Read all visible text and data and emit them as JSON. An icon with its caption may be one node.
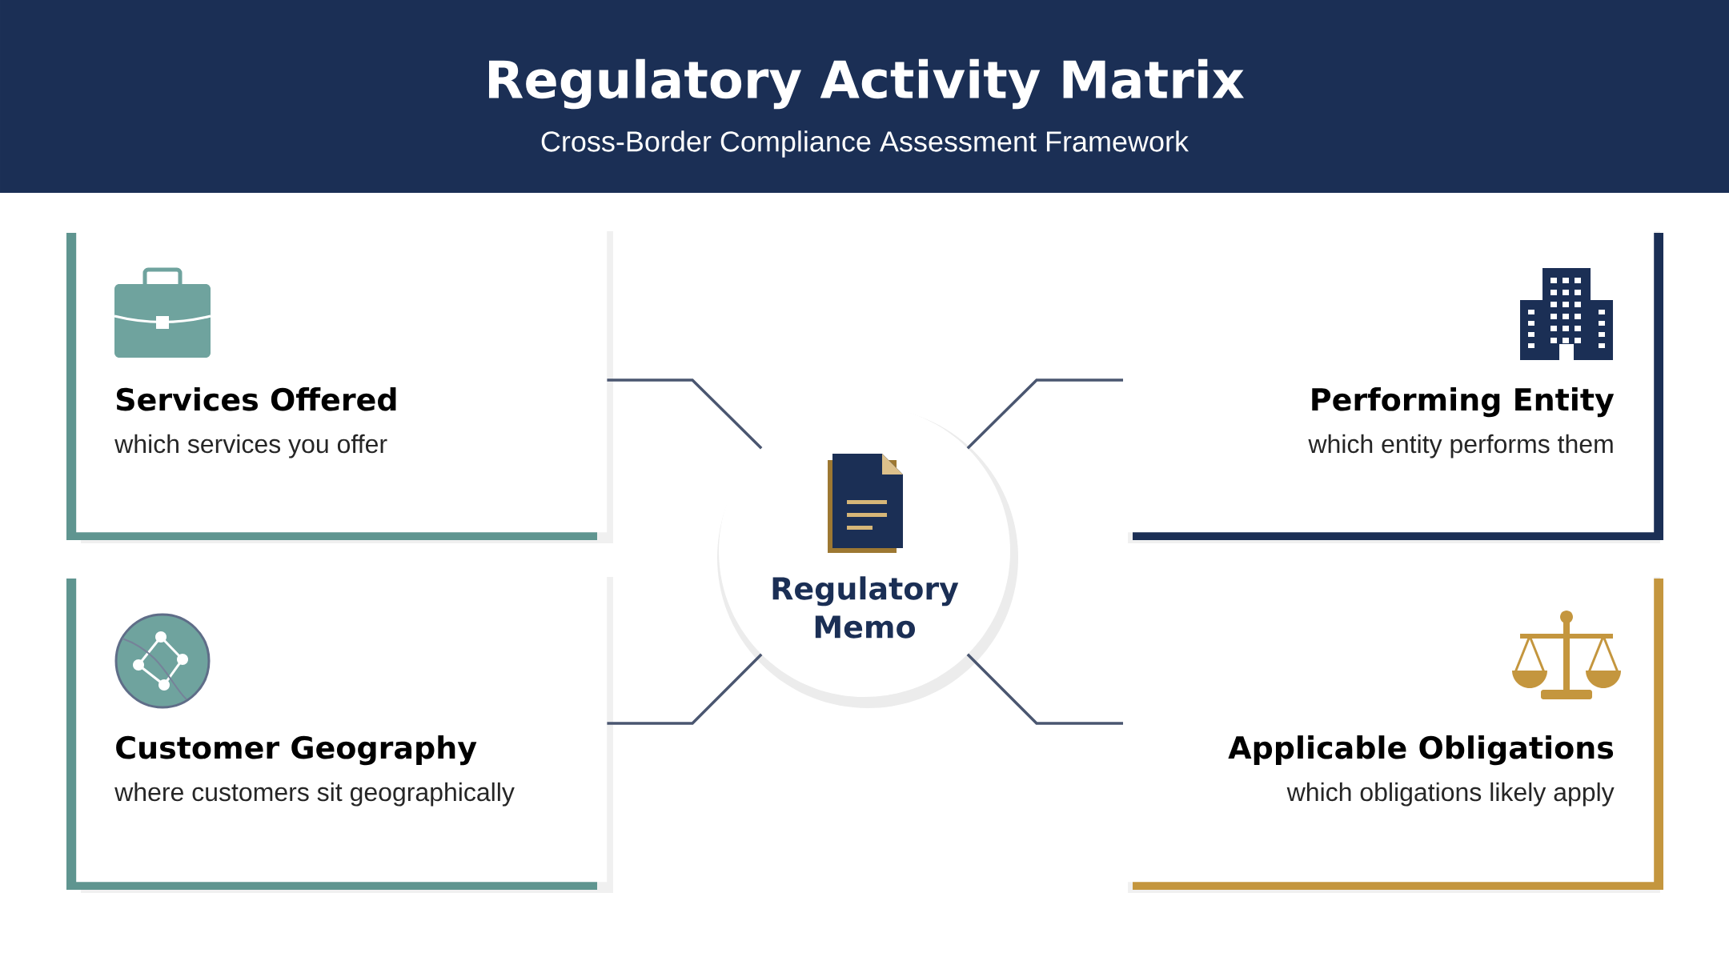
{
  "diagram": {
    "title": "Regulatory Activity Matrix",
    "nodes": [
      {
        "text": [
          "Services Offered",
          "which services you offer"
        ]
      },
      {
        "text": [
          "Performing Entity",
          "which entity performs them"
        ]
      },
      {
        "text": [
          "Regulatory Memo"
        ]
      },
      {
        "text": [
          "Customer Geography",
          "where customers sit geographically"
        ]
      },
      {
        "text": [
          "Applicable Obligations",
          "which obligations likely apply"
        ]
      }
    ],
    "edges": [
      {
        "from": 0,
        "to": 2,
        "arrow": "none"
      },
      {
        "from": 1,
        "to": 2,
        "arrow": "none"
      },
      {
        "from": 3,
        "to": 2,
        "arrow": "none"
      },
      {
        "from": 4,
        "to": 2,
        "arrow": "none"
      }
    ],
    "labels": [
      "Cross-Border Compliance Assessment Framework"
    ]
  }
}
